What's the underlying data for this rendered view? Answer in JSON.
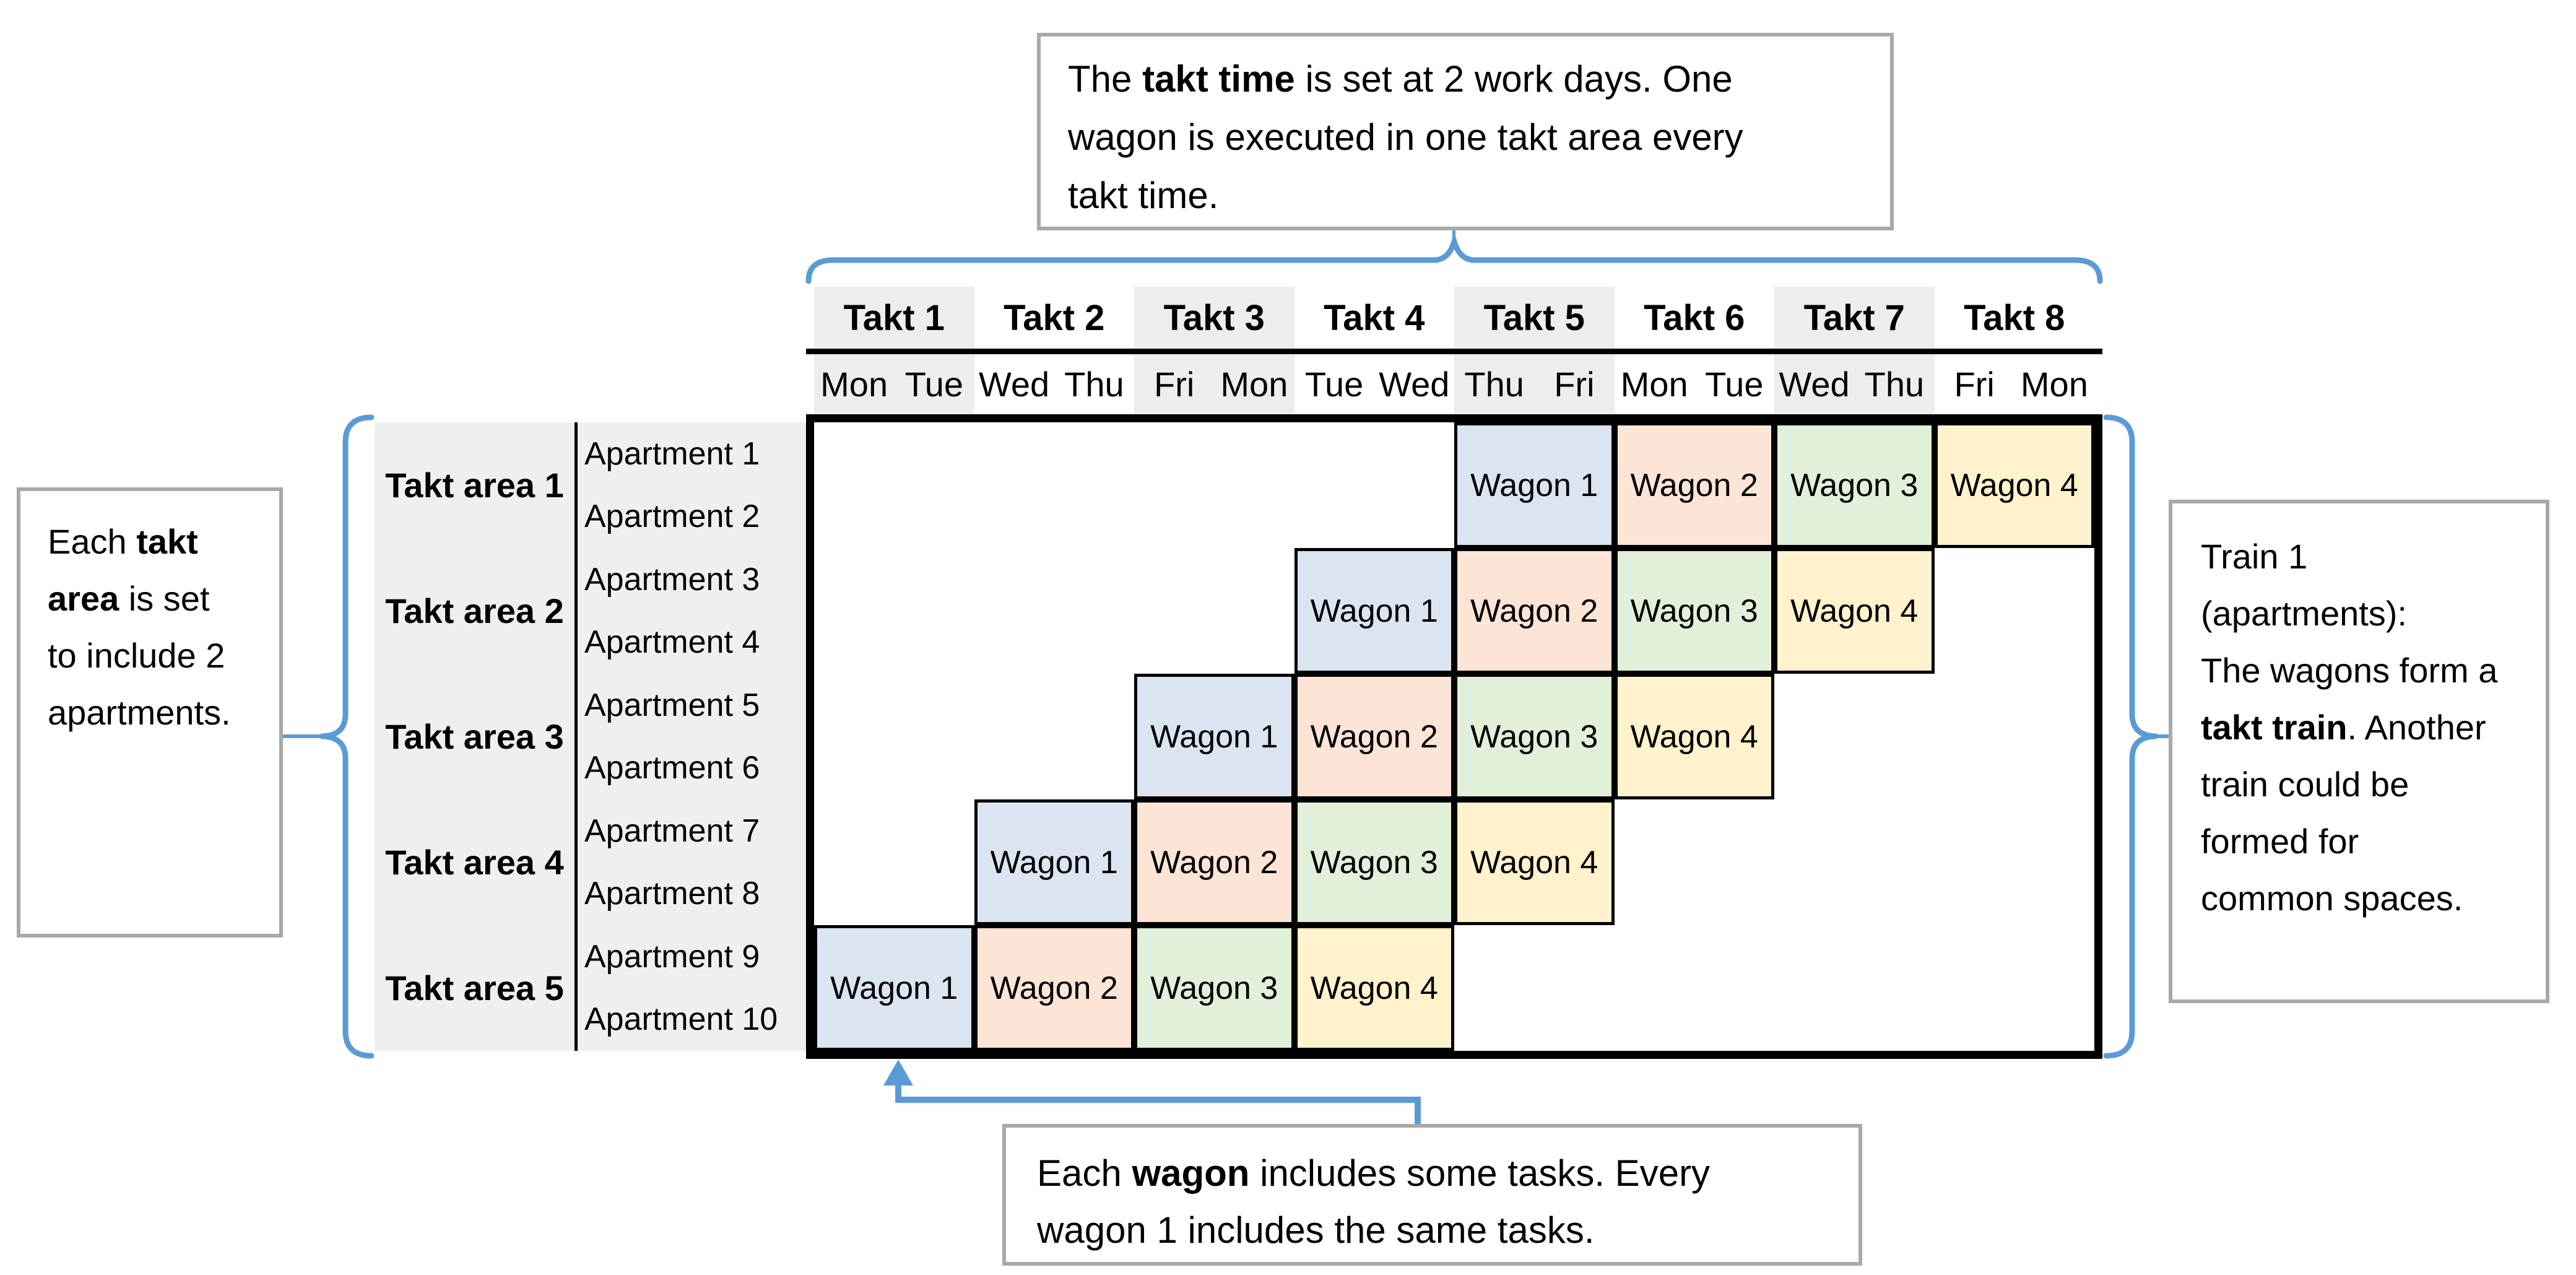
{
  "colors": {
    "accent_blue": "#5b9bd5",
    "band_gray": "#efefef",
    "stripe_gray": "#ededed",
    "box_border_gray": "#a9a9a9",
    "wagon_fills": {
      "Wagon 1": "#dbe5f1",
      "Wagon 2": "#fce4d6",
      "Wagon 3": "#e2efd9",
      "Wagon 4": "#fff2cc"
    }
  },
  "notes": {
    "top": {
      "lines": [
        [
          {
            "t": "The ",
            "b": false
          },
          {
            "t": "takt time",
            "b": true
          },
          {
            "t": " is set at 2 work days. One",
            "b": false
          }
        ],
        [
          {
            "t": "wagon is executed in one takt area every",
            "b": false
          }
        ],
        [
          {
            "t": "takt time.",
            "b": false
          }
        ]
      ]
    },
    "left": {
      "lines": [
        [
          {
            "t": "Each ",
            "b": false
          },
          {
            "t": "takt",
            "b": true
          }
        ],
        [
          {
            "t": "area",
            "b": true
          },
          {
            "t": " is set",
            "b": false
          }
        ],
        [
          {
            "t": "to include 2",
            "b": false
          }
        ],
        [
          {
            "t": "apartments.",
            "b": false
          }
        ]
      ]
    },
    "right": {
      "lines": [
        [
          {
            "t": "Train 1",
            "b": false
          }
        ],
        [
          {
            "t": "(apartments):",
            "b": false
          }
        ],
        [
          {
            "t": "The wagons form a",
            "b": false
          }
        ],
        [
          {
            "t": "takt train",
            "b": true
          },
          {
            "t": ". Another",
            "b": false
          }
        ],
        [
          {
            "t": "train could be",
            "b": false
          }
        ],
        [
          {
            "t": "formed for",
            "b": false
          }
        ],
        [
          {
            "t": "common spaces.",
            "b": false
          }
        ]
      ]
    },
    "bottom": {
      "lines": [
        [
          {
            "t": "Each ",
            "b": false
          },
          {
            "t": "wagon",
            "b": true
          },
          {
            "t": " includes some tasks. Every",
            "b": false
          }
        ],
        [
          {
            "t": "wagon 1 includes the same tasks.",
            "b": false
          }
        ]
      ]
    }
  },
  "schedule": {
    "takts": [
      {
        "label": "Takt 1",
        "days": [
          "Mon",
          "Tue"
        ],
        "shaded": true
      },
      {
        "label": "Takt 2",
        "days": [
          "Wed",
          "Thu"
        ],
        "shaded": false
      },
      {
        "label": "Takt 3",
        "days": [
          "Fri",
          "Mon"
        ],
        "shaded": true
      },
      {
        "label": "Takt 4",
        "days": [
          "Tue",
          "Wed"
        ],
        "shaded": false
      },
      {
        "label": "Takt 5",
        "days": [
          "Thu",
          "Fri"
        ],
        "shaded": true
      },
      {
        "label": "Takt 6",
        "days": [
          "Mon",
          "Tue"
        ],
        "shaded": false
      },
      {
        "label": "Takt 7",
        "days": [
          "Wed",
          "Thu"
        ],
        "shaded": true
      },
      {
        "label": "Takt 8",
        "days": [
          "Fri",
          "Mon"
        ],
        "shaded": false
      }
    ],
    "areas": [
      {
        "label": "Takt area 1",
        "apartments": [
          "Apartment 1",
          "Apartment 2"
        ],
        "wagon_start_takt": 5
      },
      {
        "label": "Takt area 2",
        "apartments": [
          "Apartment 3",
          "Apartment 4"
        ],
        "wagon_start_takt": 4
      },
      {
        "label": "Takt area 3",
        "apartments": [
          "Apartment 5",
          "Apartment 6"
        ],
        "wagon_start_takt": 3
      },
      {
        "label": "Takt area 4",
        "apartments": [
          "Apartment 7",
          "Apartment 8"
        ],
        "wagon_start_takt": 2
      },
      {
        "label": "Takt area 5",
        "apartments": [
          "Apartment 9",
          "Apartment 10"
        ],
        "wagon_start_takt": 1
      }
    ],
    "wagons": [
      "Wagon 1",
      "Wagon 2",
      "Wagon 3",
      "Wagon 4"
    ]
  }
}
